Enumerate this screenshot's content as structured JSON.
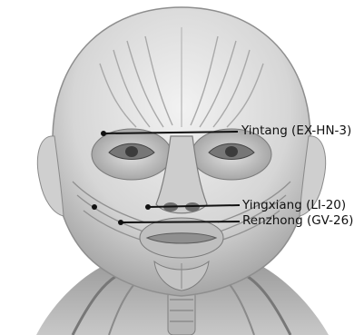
{
  "figure": {
    "image_subject": "facial-muscle-anatomy-illustration",
    "colors": {
      "background": "#ffffff",
      "muscle_light": "#d9d9d9",
      "muscle_mid": "#b3b3b3",
      "muscle_dark": "#6e6e6e",
      "marker": "#111111"
    },
    "acupoints": [
      {
        "id": "yintang",
        "label": "Yintang (EX-HN-3)"
      },
      {
        "id": "yingxiang",
        "label": "Yingxiang (LI-20)"
      },
      {
        "id": "renzhong",
        "label": "Renzhong (GV-26)"
      }
    ]
  }
}
